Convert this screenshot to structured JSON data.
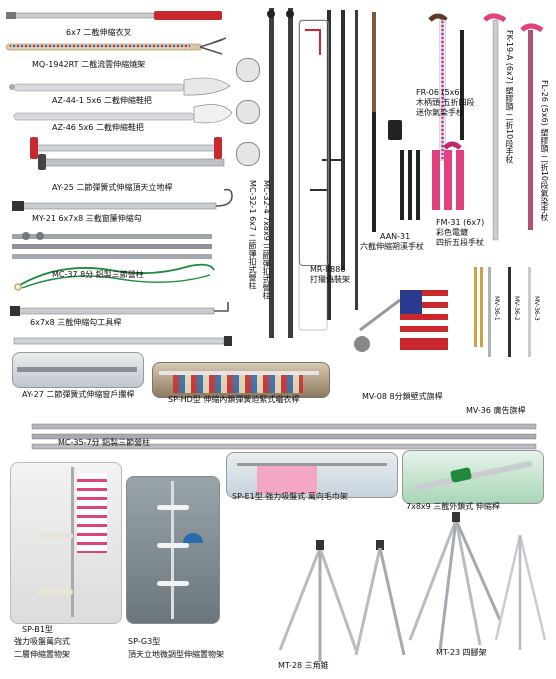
{
  "labels": {
    "p1": "6x7 二截伸縮衣叉",
    "p2": "MQ-1942RT 二截流雲伸縮燒架",
    "p3": "AZ-44-1 5x6 二截伸縮鞋把",
    "p4": "AZ-46 5x6 二截伸縮鞋把",
    "p5": "AY-25 二節彈簧式伸縮頂天立地桿",
    "p6": "MY-21 6x7x8 三截窗簾伸縮勾",
    "p7": "MC-37 8分 鋁製三節營柱",
    "p8": "6x7x8 三截伸縮勾工具桿",
    "p9": "AY-27 二節彈簧式伸縮窗戶攔桿",
    "p10": "SP-HD型 伸縮內鎖彈簧迫緊式曬衣桿",
    "p11": "MC-35-7分 鋁製三節營柱",
    "p12": "SP-E1型 強力吸盤式 萬向毛巾架",
    "p13": "7x8x9 三截外鎖式 伸縮桿",
    "p14": "SP-B1型",
    "p15": "強力吸盤萬向式",
    "p16": "二層伸縮置物架",
    "p17": "SP-G3型",
    "p18": "頂天立地微調型伸縮置物架",
    "p19": "MT-28 三角錐",
    "p20": "MT-23 四腳架",
    "p21": "MV-08 8分鎖壁式旗桿",
    "p22": "MV-36 廣告旗桿",
    "p23": "MR-8886",
    "p24": "打獵偽裝架",
    "p25": "AAN-31",
    "p26": "六截伸縮朔溪手杖",
    "p27": "FR-06 (5x6)",
    "p28": "木柄頭 五折四段",
    "p29": "迷你氣染手杖",
    "p30": "FM-31 (6x7)",
    "p31": "彩色電鍍",
    "p32": "四折五段手杖",
    "v1": "MC-32-1 6x7 二節彈扣式營柱",
    "v2": "MC-32-4 7x8x9 三節彈扣式營柱",
    "v3": "FK-19-A (6x7) 塑膠頭 二折10段手杖",
    "v4": "FL-26 (5x6) 塑膠頭 二折10段氣染手杖",
    "f1": "MV-36-1",
    "f2": "MV-36-2",
    "f3": "MV-36-3"
  },
  "colors": {
    "silver": "#b8bcc2",
    "dark": "#3b3d42",
    "red": "#c8282e",
    "green": "#1f8a3c",
    "pink": "#e2417f",
    "gold": "#c9a24a"
  }
}
